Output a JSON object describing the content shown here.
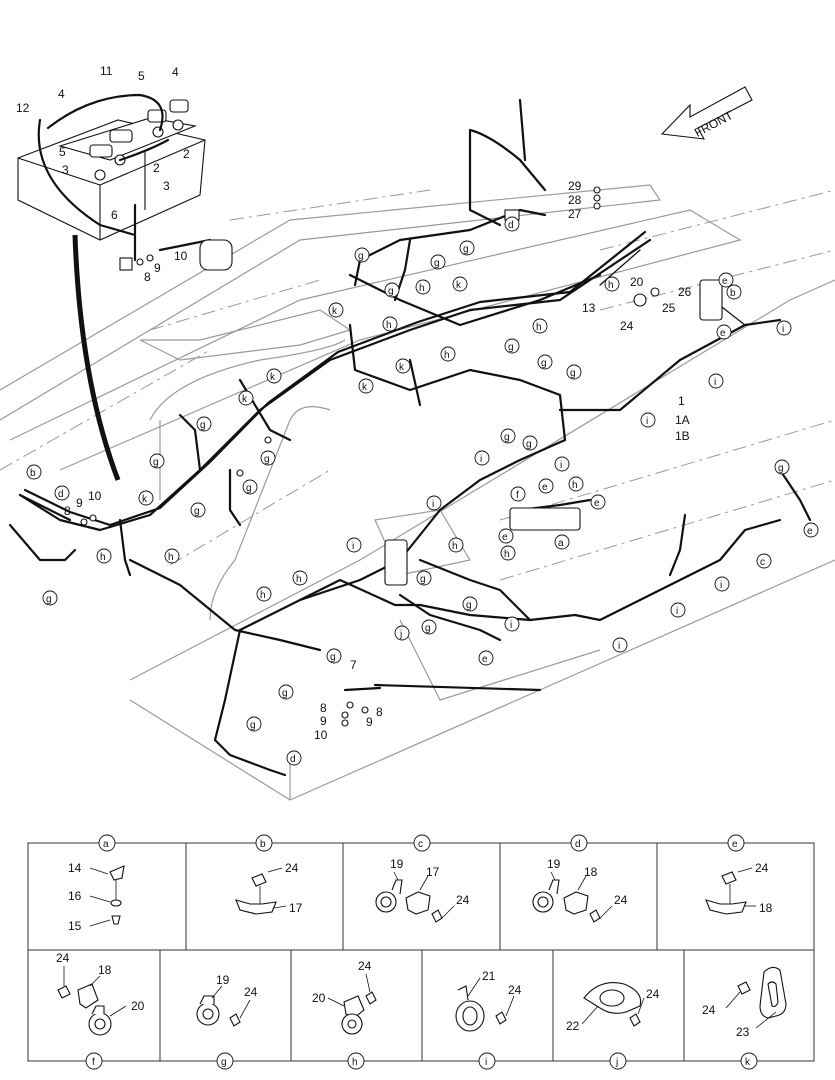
{
  "front_arrow": {
    "label": "FRONT"
  },
  "callouts": {
    "battery": [
      "12",
      "11",
      "4",
      "5",
      "4",
      "5",
      "2",
      "3",
      "2",
      "3",
      "6",
      "10",
      "9",
      "8"
    ],
    "top_right": [
      "29",
      "28",
      "27",
      "20",
      "26",
      "25",
      "24",
      "13",
      "1",
      "1A",
      "1B"
    ],
    "left": [
      "10",
      "9",
      "8"
    ],
    "bottom": [
      "7",
      "8",
      "9",
      "10",
      "9",
      "8"
    ]
  },
  "clip_letters": {
    "d1": "d",
    "g1": "g",
    "g2": "g",
    "g3": "g",
    "k1": "k",
    "g4": "g",
    "h1": "h",
    "h2": "h",
    "k2": "k",
    "h3": "h",
    "h4": "h",
    "e1": "e",
    "b1": "b",
    "e2": "e",
    "i1": "i",
    "g5": "g",
    "k3": "k",
    "k4": "k",
    "g6": "g",
    "g7": "g",
    "i2": "i",
    "i3": "i",
    "k5": "k",
    "g8": "g",
    "g9": "g",
    "g10": "g",
    "b2": "b",
    "d2": "d",
    "g11": "g",
    "k6": "k",
    "h5": "h",
    "h6": "h",
    "g12": "g",
    "i4": "i",
    "i5": "i",
    "f1": "f",
    "e3": "e",
    "h7": "h",
    "e4": "e",
    "e5": "e",
    "a1": "a",
    "h8": "h",
    "i6": "i",
    "h9": "h",
    "g13": "g",
    "i7": "i",
    "c1": "c",
    "i8": "i",
    "e6": "e",
    "h10": "h",
    "g14": "g",
    "g15": "g",
    "j1": "j",
    "i9": "i",
    "g16": "g",
    "e7": "e",
    "i10": "i",
    "i11": "i",
    "g17": "g",
    "g18": "g",
    "d3": "d",
    "g19": "g",
    "i12": "i"
  },
  "detail_panels": [
    {
      "letter": "a",
      "parts": [
        "14",
        "16",
        "15"
      ]
    },
    {
      "letter": "b",
      "parts": [
        "24",
        "17"
      ]
    },
    {
      "letter": "c",
      "parts": [
        "19",
        "17",
        "24"
      ]
    },
    {
      "letter": "d",
      "parts": [
        "19",
        "18",
        "24"
      ]
    },
    {
      "letter": "e",
      "parts": [
        "24",
        "18"
      ]
    },
    {
      "letter": "f",
      "parts": [
        "24",
        "18",
        "20"
      ]
    },
    {
      "letter": "g",
      "parts": [
        "19",
        "24"
      ]
    },
    {
      "letter": "h",
      "parts": [
        "24",
        "20"
      ]
    },
    {
      "letter": "i",
      "parts": [
        "21",
        "24"
      ]
    },
    {
      "letter": "j",
      "parts": [
        "24",
        "22"
      ]
    },
    {
      "letter": "k",
      "parts": [
        "24",
        "23"
      ]
    }
  ]
}
